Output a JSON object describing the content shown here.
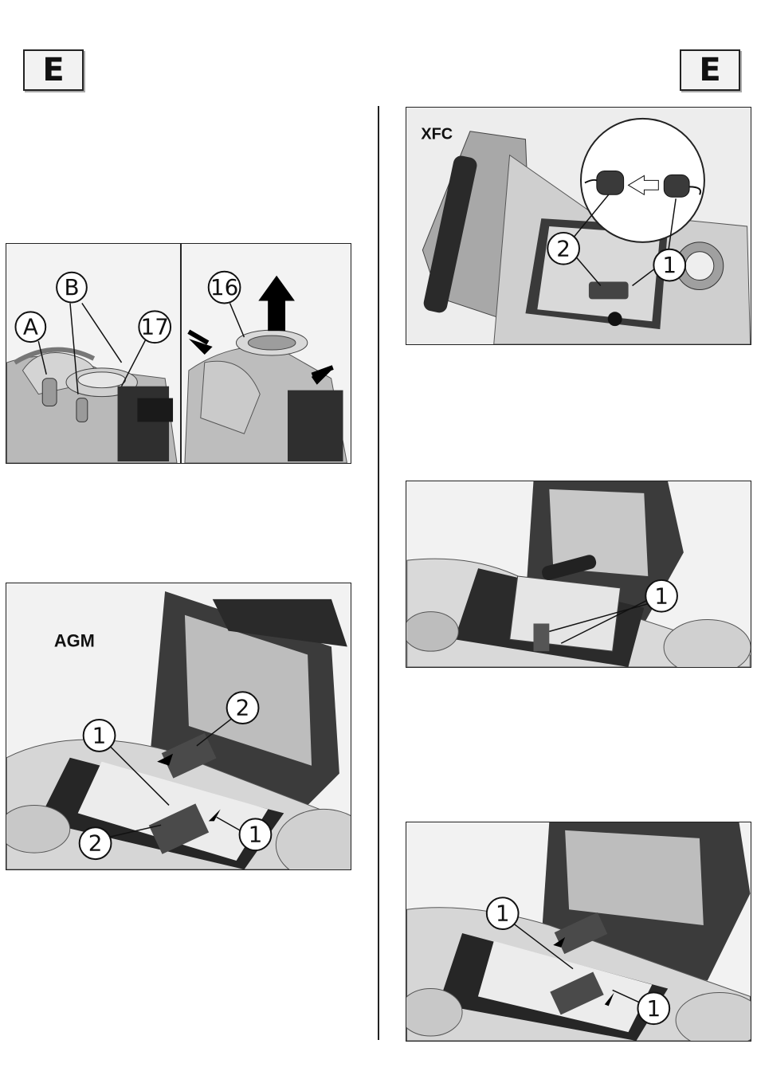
{
  "header": {
    "lang_left": "E",
    "lang_right": "E"
  },
  "fig_tank": {
    "callouts": {
      "a": "A",
      "b": "B",
      "c17": "17",
      "c16": "16"
    }
  },
  "fig_agm": {
    "label": "AGM",
    "callouts": {
      "one_top": "1",
      "two_top": "2",
      "two_bottom": "2",
      "one_bottom": "1"
    }
  },
  "fig_xfc": {
    "label": "XFC",
    "callouts": {
      "two": "2",
      "one": "1"
    }
  },
  "fig_battery": {
    "callouts": {
      "one": "1"
    }
  },
  "fig_bottom_right": {
    "callouts": {
      "one_top": "1",
      "one_bottom": "1"
    }
  }
}
